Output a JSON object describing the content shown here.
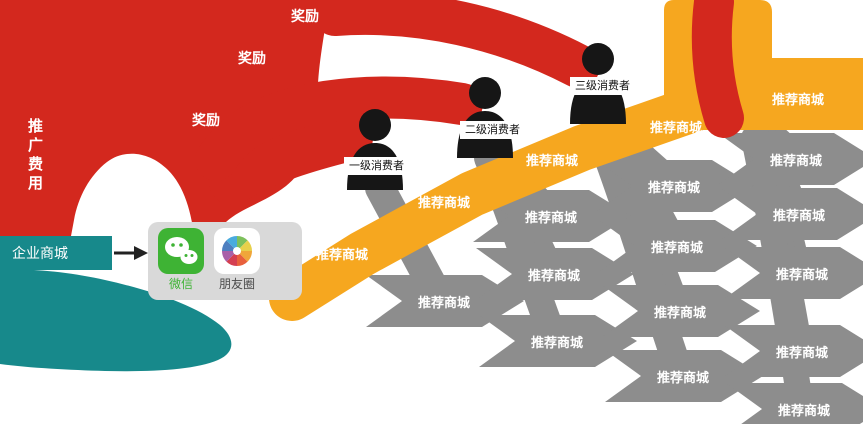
{
  "colors": {
    "red": "#d3281e",
    "teal": "#17898b",
    "orange": "#f6a71f",
    "arrow_gray": "#8d8d8d",
    "panel_gray": "#d9d9d9",
    "wechat_green": "#3eb334"
  },
  "promotion": {
    "cost_label": "推广费用"
  },
  "mall": {
    "label": "企业商城"
  },
  "rewards": [
    {
      "label": "奖励"
    },
    {
      "label": "奖励"
    },
    {
      "label": "奖励"
    }
  ],
  "share": {
    "wechat_label": "微信",
    "moments_label": "朋友圈"
  },
  "consumers": [
    {
      "label": "一级消费者"
    },
    {
      "label": "二级消费者"
    },
    {
      "label": "三级消费者"
    }
  ],
  "orange_malls": [
    {
      "label": "推荐商城"
    },
    {
      "label": "推荐商城"
    },
    {
      "label": "推荐商城"
    },
    {
      "label": "推荐商城"
    },
    {
      "label": "推荐商城"
    }
  ],
  "gray_malls": [
    {
      "label": "推荐商城"
    },
    {
      "label": "推荐商城"
    },
    {
      "label": "推荐商城"
    },
    {
      "label": "推荐商城"
    },
    {
      "label": "推荐商城"
    },
    {
      "label": "推荐商城"
    },
    {
      "label": "推荐商城"
    },
    {
      "label": "推荐商城"
    },
    {
      "label": "推荐商城"
    },
    {
      "label": "推荐商城"
    },
    {
      "label": "推荐商城"
    },
    {
      "label": "推荐商城"
    },
    {
      "label": "推荐商城"
    }
  ]
}
